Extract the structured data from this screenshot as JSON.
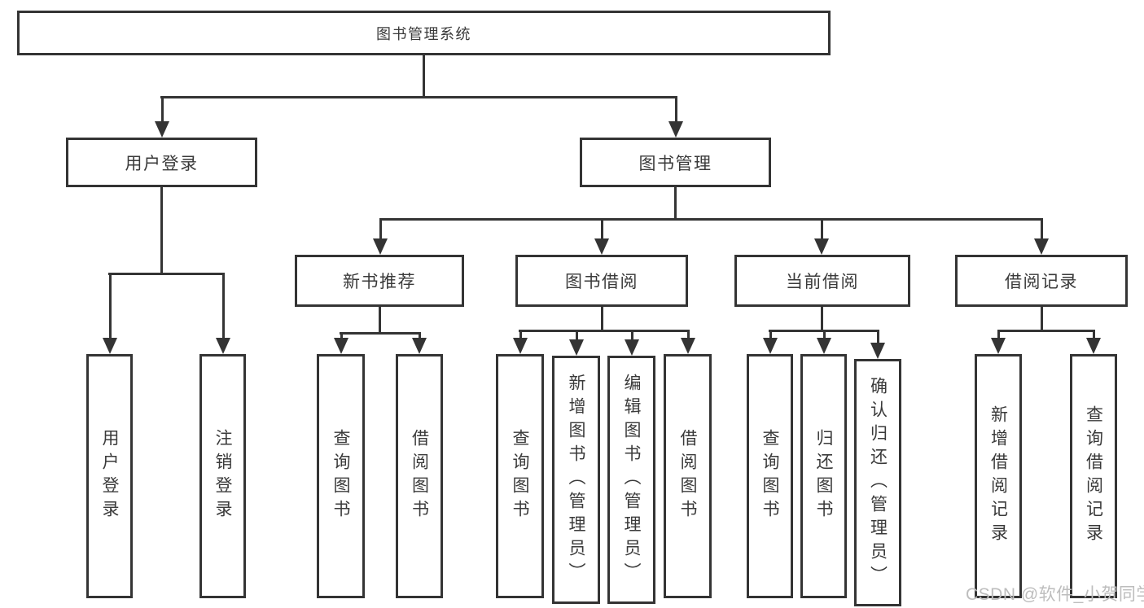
{
  "colors": {
    "line": "#343434",
    "text": "#3a3a3a",
    "background": "#ffffff",
    "watermark": "#bdbdbd"
  },
  "watermark": {
    "text": "CSDN @软件_小贺同学"
  },
  "diagram": {
    "root": {
      "label": "图书管理系统"
    },
    "user_login": {
      "label": "用户登录",
      "children": {
        "login": {
          "label": "用户登录"
        },
        "logout": {
          "label": "注销登录"
        }
      }
    },
    "book_management": {
      "label": "图书管理",
      "children": {
        "new_book_recommend": {
          "label": "新书推荐",
          "children": {
            "query_books": {
              "label": "查询图书"
            },
            "borrow_books": {
              "label": "借阅图书"
            }
          }
        },
        "book_borrowing": {
          "label": "图书借阅",
          "children": {
            "query_books": {
              "label": "查询图书"
            },
            "add_books": {
              "label": "新增图书（管理员）"
            },
            "edit_books": {
              "label": "编辑图书（管理员）"
            },
            "borrow_books": {
              "label": "借阅图书"
            }
          }
        },
        "current_borrowing": {
          "label": "当前借阅",
          "children": {
            "query_books": {
              "label": "查询图书"
            },
            "return_books": {
              "label": "归还图书"
            },
            "confirm_return": {
              "label": "确认归还（管理员）"
            }
          }
        },
        "borrowing_records": {
          "label": "借阅记录",
          "children": {
            "add_record": {
              "label": "新增借阅记录"
            },
            "query_record": {
              "label": "查询借阅记录"
            }
          }
        }
      }
    }
  }
}
